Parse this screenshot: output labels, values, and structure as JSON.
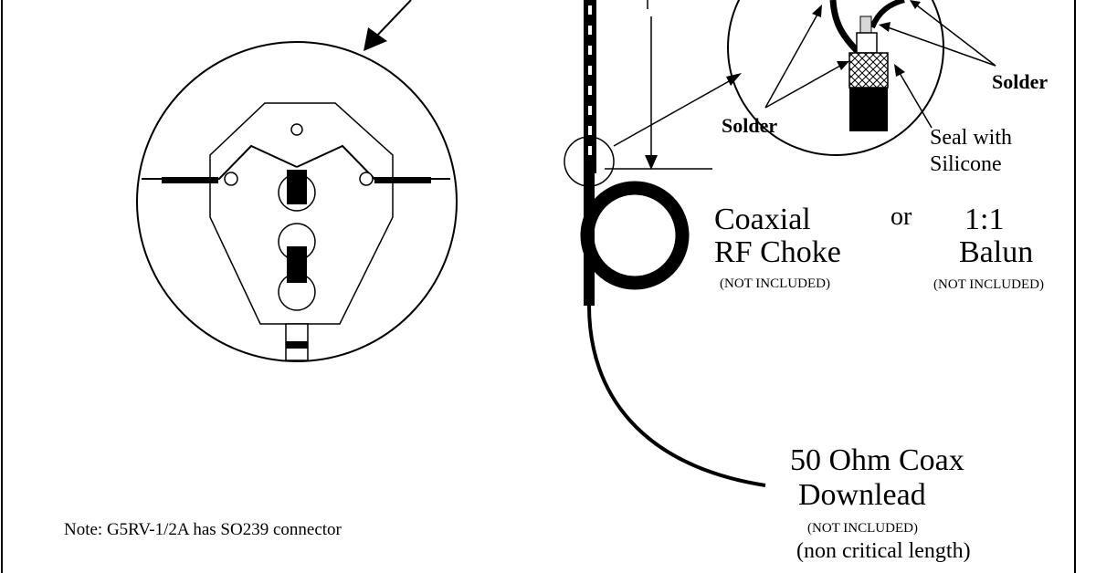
{
  "labels": {
    "solder_left": "Solder",
    "solder_right": "Solder",
    "seal_line1": "Seal with",
    "seal_line2": "Silicone",
    "choke_line1": "Coaxial",
    "choke_line2": "RF Choke",
    "choke_note": "(NOT INCLUDED)",
    "or_text": "or",
    "balun_line1": "1:1",
    "balun_line2": "Balun",
    "balun_note": "(NOT INCLUDED)",
    "coax_line1": "50 Ohm Coax",
    "coax_line2": "Downlead",
    "coax_note": "(NOT INCLUDED)",
    "coax_length": "(non critical length)",
    "footnote": "Note: G5RV-1/2A has SO239 connector"
  },
  "colors": {
    "ink": "#000000",
    "paper": "#ffffff",
    "heatshrink": "#d8d8d8"
  }
}
